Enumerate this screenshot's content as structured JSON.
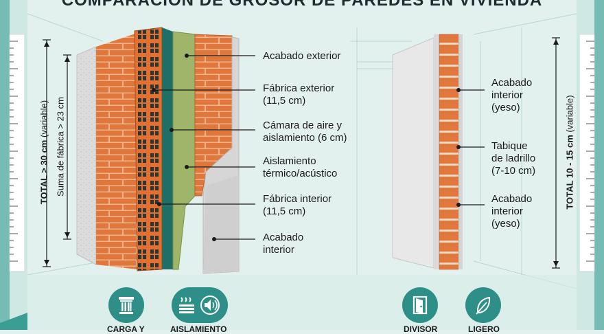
{
  "title": "COMPARACIÓN DE GROSOR DE PAREDES EN VIVIENDA",
  "left_wall": {
    "total_label_bold": "TOTAL > 30 cm",
    "total_label_rest": "(variable)",
    "fabric_sum_label": "Suma de fábrica > 23 cm",
    "layers": [
      "Acabado exterior",
      "Fábrica exterior\n(11,5 cm)",
      "Cámara de aire y\naislamiento (6 cm)",
      "Aislamiento\ntérmico/acústico",
      "Fábrica interior\n(11,5 cm)",
      "Acabado\ninterior"
    ],
    "icons": [
      {
        "name": "column-icon",
        "caption": "CARGA Y"
      },
      {
        "name": "heat-sound-icon",
        "caption": "AISLAMIENTO"
      }
    ]
  },
  "right_wall": {
    "total_label_bold": "TOTAL 10 - 15 cm",
    "total_label_rest": "(variable)",
    "layers": [
      "Acabado\ninterior\n(yeso)",
      "Tabique\nde ladrillo\n(7-10 cm)",
      "Acabado\ninterior\n(yeso)"
    ],
    "icons": [
      {
        "name": "door-icon",
        "caption": "DIVISOR"
      },
      {
        "name": "feather-icon",
        "caption": "LIGERO"
      }
    ]
  },
  "colors": {
    "background": "#e3f1ee",
    "brick": "#e0773c",
    "mortar": "#f2b48c",
    "insulation": "#9fb66a",
    "air_gap": "#1f6f64",
    "plaster": "#d8d8d8",
    "accent": "#2d8f87",
    "dark": "#1a1a1a"
  }
}
